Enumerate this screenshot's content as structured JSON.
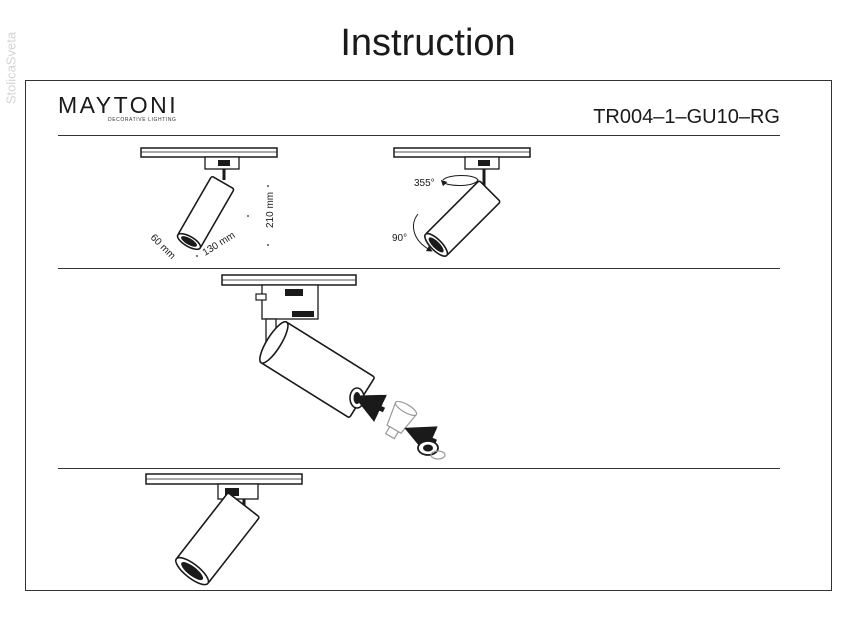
{
  "watermark": "StolicaSveta",
  "document": {
    "title": "Instruction"
  },
  "brand": {
    "name": "MAYTONI",
    "tagline": "DECORATIVE LIGHTING"
  },
  "model": "TR004–1–GU10–RG",
  "dimensions": {
    "width": "60 mm",
    "length": "130 mm",
    "height": "210 mm"
  },
  "rotation": {
    "horizontal": "355°",
    "vertical": "90°"
  },
  "colors": {
    "line": "#1a1a1a",
    "frame": "#333333",
    "watermark": "#d4d4d4"
  },
  "icons": [
    "track-rail-icon",
    "track-adapter-icon",
    "spotlight-icon",
    "gu10-lamp-icon",
    "cover-ring-icon",
    "insert-arrow-icon",
    "rotate-arrow-icon"
  ]
}
